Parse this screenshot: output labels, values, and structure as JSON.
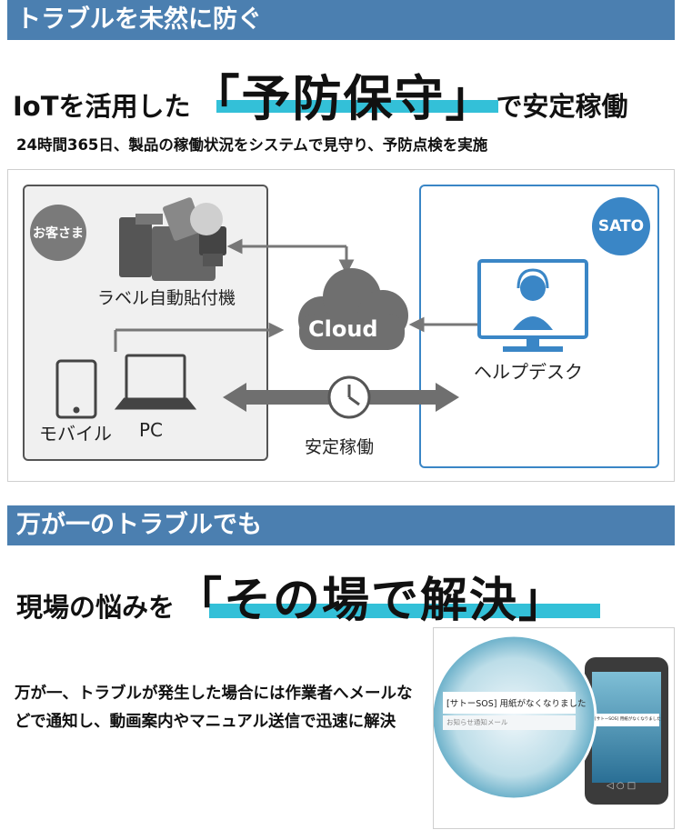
{
  "section1": {
    "banner": "トラブルを未然に防ぐ",
    "headline_prefix": "IoTを活用した",
    "headline_emphasis": "「予防保守」",
    "headline_suffix": "で安定稼働",
    "subtext": "24時間365日、製品の稼働状況をシステムで見守り、予防点検を実施"
  },
  "diagram": {
    "customer_badge": "お客さま",
    "sato_badge": "SATO",
    "label_machine": "ラベル自動貼付機",
    "label_mobile": "モバイル",
    "label_pc": "PC",
    "label_cloud": "Cloud",
    "label_helpdesk": "ヘルプデスク",
    "label_stable": "安定稼働",
    "icons": [
      "printer-machine-icon",
      "tablet-icon",
      "laptop-icon",
      "cloud-icon",
      "operator-monitor-icon",
      "clock-icon"
    ]
  },
  "section2": {
    "banner": "万が一のトラブルでも",
    "headline_prefix": "現場の悩みを",
    "headline_emphasis": "「その場で解決」",
    "body": "万が一、トラブルが発生した場合には作業者へメールなどで通知し、動画案内やマニュアル送信で迅速に解決",
    "notification_text": "[サトーSOS] 用紙がなくなりました",
    "notification_sub": "お知らせ通知メール",
    "phone_notification": "[サトーSOS] 用紙がなくなりました"
  },
  "colors": {
    "banner": "#4b7fb0",
    "underline": "#33c0d8",
    "sato_blue": "#3a86c6",
    "customer_gray": "#7a7a7a"
  }
}
